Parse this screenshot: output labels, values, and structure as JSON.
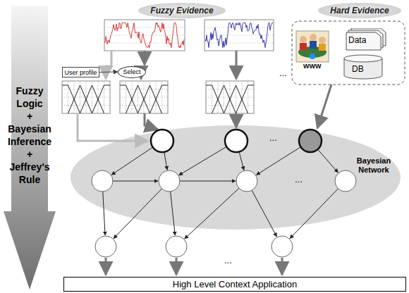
{
  "diagram": {
    "nodes": [
      {
        "text": [
          "Fuzzy Logic + Bayesian Inference + Jeffrey's Rule"
        ]
      },
      {
        "text": [
          "Fuzzy Evidence"
        ]
      },
      {
        "text": [
          "Hard Evidence"
        ]
      },
      {
        "text": [
          "User profile"
        ]
      },
      {
        "text": [
          "Select"
        ]
      },
      {
        "text": [
          "Data"
        ]
      },
      {
        "text": [
          "DB"
        ]
      },
      {
        "text": [
          "Bayesian Network"
        ]
      },
      {
        "text": [
          "High Level Context Application"
        ]
      }
    ],
    "edges": [
      {
        "from": 3,
        "to": 4,
        "arrow": "to"
      }
    ],
    "labels": [
      "WWW",
      "...",
      "...",
      "...",
      "..."
    ]
  }
}
